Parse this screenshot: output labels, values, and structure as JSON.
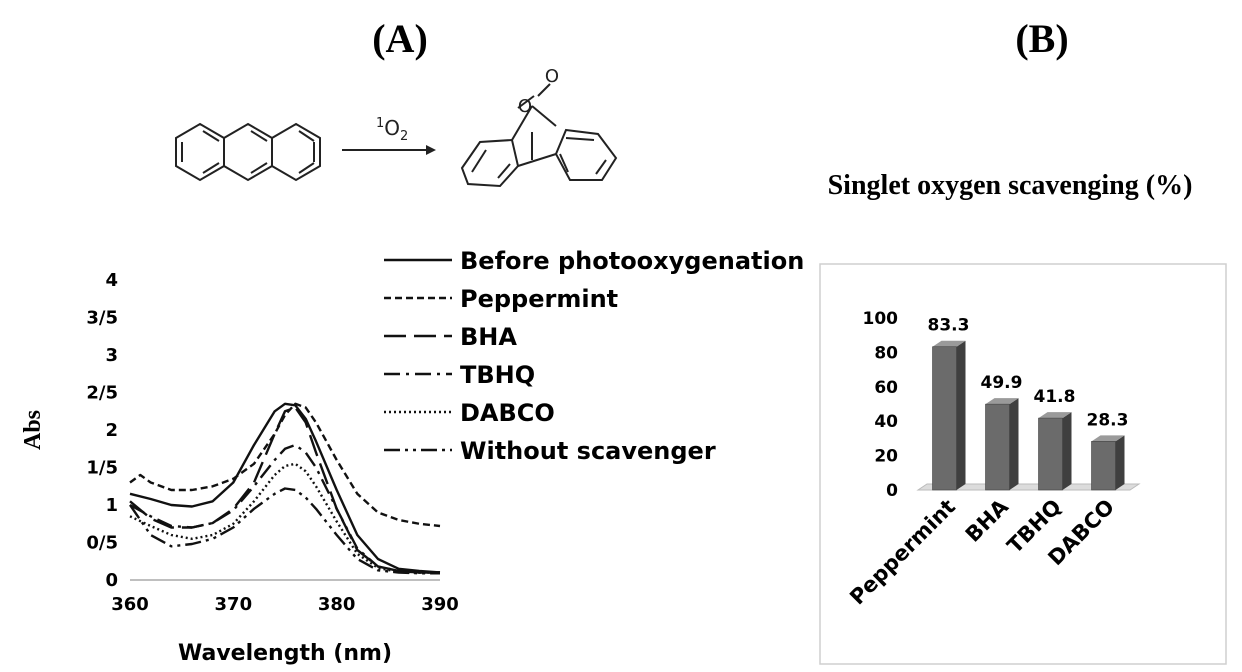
{
  "panels": {
    "a_label": "(A)",
    "b_label": "(B)"
  },
  "reaction": {
    "reagent_superscript": "1",
    "reagent_main": "O",
    "reagent_subscript": "2"
  },
  "chart_data": [
    {
      "type": "line",
      "xlabel": "Wavelength (nm)",
      "ylabel": "Abs",
      "xlim": [
        360,
        390
      ],
      "ylim": [
        0,
        4
      ],
      "x_ticks": [
        360,
        370,
        380,
        390
      ],
      "y_ticks": [
        "0",
        "0/5",
        "1",
        "1/5",
        "2",
        "2/5",
        "3",
        "3/5",
        "4"
      ],
      "legend_placement": "right",
      "series": [
        {
          "name": "Before photooxygenation",
          "dash": "solid",
          "x": [
            360,
            362,
            364,
            366,
            368,
            370,
            372,
            374,
            375,
            376,
            377,
            378,
            380,
            382,
            384,
            386,
            388,
            390
          ],
          "y": [
            1.15,
            1.08,
            1.0,
            0.98,
            1.05,
            1.3,
            1.8,
            2.25,
            2.35,
            2.33,
            2.15,
            1.85,
            1.2,
            0.6,
            0.28,
            0.15,
            0.12,
            0.1
          ]
        },
        {
          "name": "Peppermint",
          "dash": "short",
          "x": [
            360,
            361,
            362,
            364,
            366,
            368,
            370,
            372,
            374,
            375,
            376,
            377,
            378,
            380,
            382,
            384,
            386,
            388,
            390
          ],
          "y": [
            1.3,
            1.4,
            1.3,
            1.2,
            1.2,
            1.25,
            1.35,
            1.55,
            1.95,
            2.2,
            2.35,
            2.3,
            2.1,
            1.6,
            1.15,
            0.9,
            0.8,
            0.75,
            0.72
          ]
        },
        {
          "name": "BHA",
          "dash": "long",
          "x": [
            360,
            362,
            364,
            366,
            368,
            370,
            372,
            374,
            375,
            376,
            377,
            378,
            380,
            382,
            384,
            386,
            388,
            390
          ],
          "y": [
            1.05,
            0.82,
            0.7,
            0.7,
            0.76,
            0.95,
            1.3,
            1.95,
            2.25,
            2.3,
            2.1,
            1.7,
            0.95,
            0.4,
            0.18,
            0.12,
            0.1,
            0.1
          ]
        },
        {
          "name": "TBHQ",
          "dash": "dashdot",
          "x": [
            360,
            362,
            364,
            366,
            368,
            370,
            372,
            374,
            375,
            376,
            377,
            378,
            380,
            382,
            384,
            386,
            388,
            390
          ],
          "y": [
            1.0,
            0.85,
            0.72,
            0.7,
            0.76,
            0.93,
            1.25,
            1.6,
            1.75,
            1.8,
            1.7,
            1.5,
            0.95,
            0.42,
            0.18,
            0.12,
            0.1,
            0.1
          ]
        },
        {
          "name": "DABCO",
          "dash": "dotted",
          "x": [
            360,
            362,
            364,
            366,
            368,
            370,
            372,
            374,
            375,
            376,
            377,
            378,
            380,
            382,
            384,
            386,
            388,
            390
          ],
          "y": [
            0.85,
            0.72,
            0.6,
            0.55,
            0.6,
            0.75,
            1.05,
            1.4,
            1.52,
            1.55,
            1.45,
            1.25,
            0.78,
            0.35,
            0.16,
            0.11,
            0.1,
            0.1
          ]
        },
        {
          "name": "Without scavenger",
          "dash": "dashdotdot",
          "x": [
            360,
            362,
            364,
            366,
            368,
            370,
            372,
            374,
            375,
            376,
            377,
            378,
            380,
            382,
            384,
            386,
            388,
            390
          ],
          "y": [
            1.0,
            0.6,
            0.45,
            0.48,
            0.55,
            0.7,
            0.95,
            1.15,
            1.22,
            1.2,
            1.1,
            0.95,
            0.6,
            0.28,
            0.13,
            0.1,
            0.09,
            0.09
          ]
        }
      ]
    },
    {
      "type": "bar",
      "title": "Singlet oxygen scavenging (%)",
      "categories": [
        "Peppermint",
        "BHA",
        "TBHQ",
        "DABCO"
      ],
      "values": [
        83.3,
        49.9,
        41.8,
        28.3
      ],
      "data_labels": [
        "83.3",
        "49.9",
        "41.8",
        "28.3"
      ],
      "ylim": [
        0,
        100
      ],
      "y_ticks": [
        0,
        20,
        40,
        60,
        80,
        100
      ],
      "style": "3d",
      "bar_color": "#6b6b6b"
    }
  ]
}
